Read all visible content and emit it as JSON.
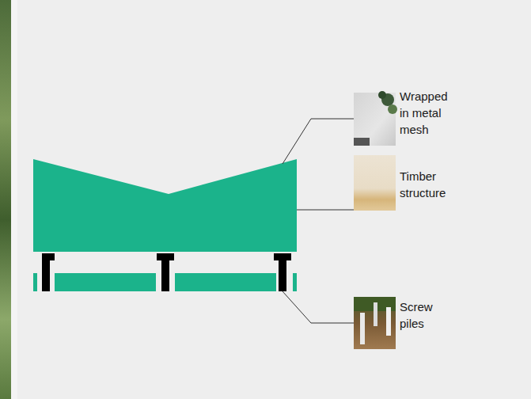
{
  "diagram": {
    "labels": [
      "Wrapped in metal mesh",
      "Timber structure",
      "Screw piles"
    ]
  }
}
